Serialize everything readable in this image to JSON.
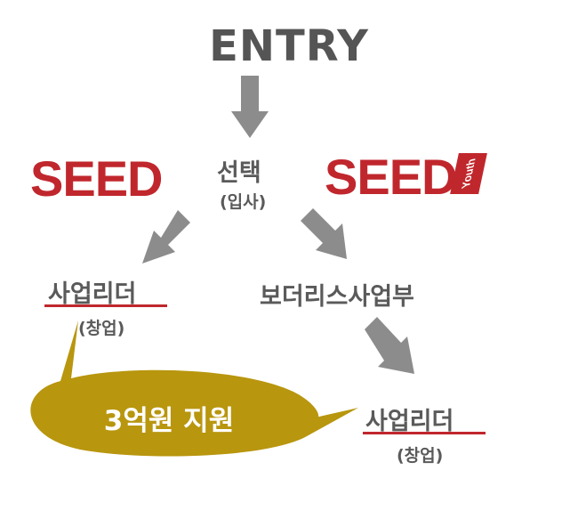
{
  "entry_label": "ENTRY",
  "choice_label": "선택",
  "choice_sub": "(입사)",
  "seed_logo": "SEED",
  "seed_youth_logo": "SEED",
  "youth_badge": "Youth",
  "left_path": {
    "title": "사업리더",
    "sub": "(창업)"
  },
  "right_path": {
    "dept": "보더리스사업부",
    "title": "사업리더",
    "sub": "(창업)"
  },
  "bubble_text": "3억원 지원",
  "colors": {
    "brand_red": "#c0272d",
    "arrow_gray": "#8c8c8c",
    "text_gray": "#5a5a5a",
    "bubble_gold": "#b8960e"
  }
}
